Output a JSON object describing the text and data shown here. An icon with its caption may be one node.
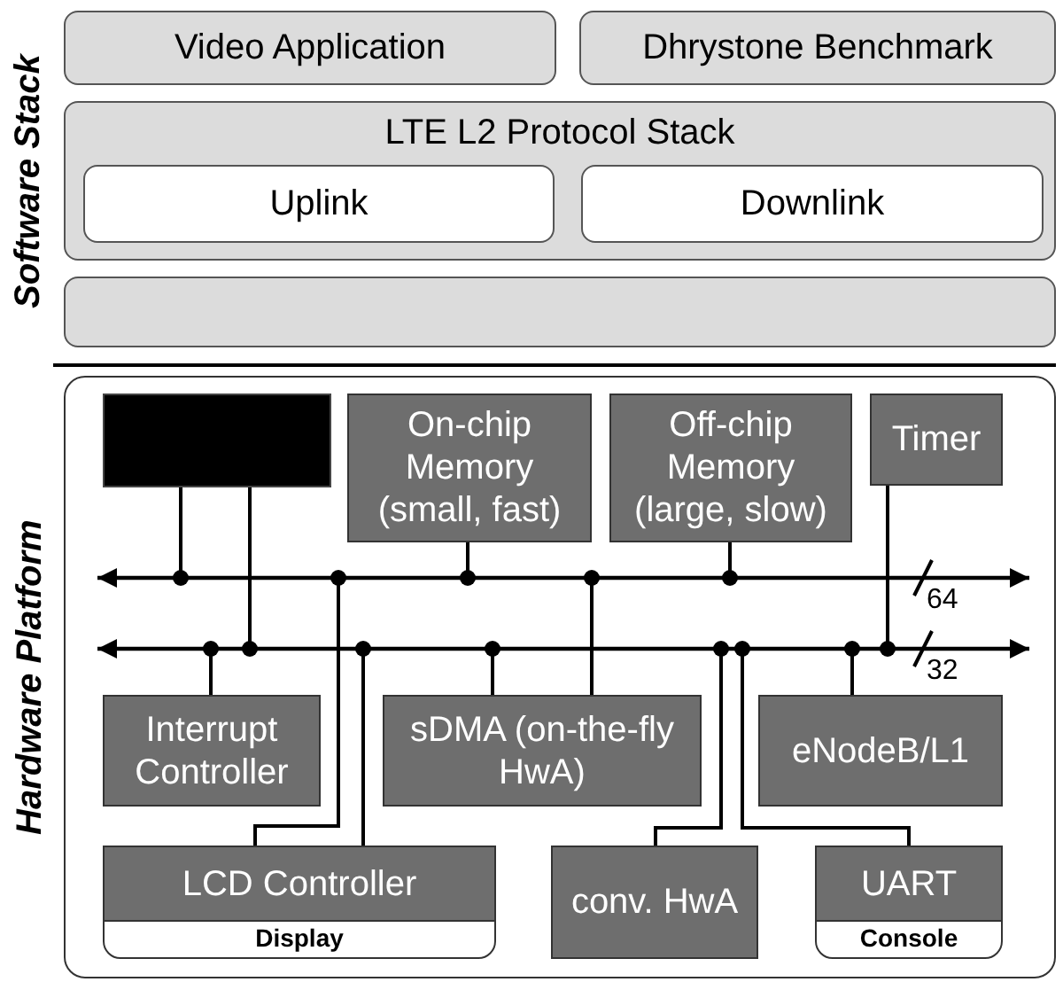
{
  "diagram": {
    "nodes": [
      {
        "text": [
          "Video Application"
        ]
      },
      {
        "text": [
          "Dhrystone Benchmark"
        ]
      },
      {
        "text": [
          "LTE L2 Protocol Stack"
        ]
      },
      {
        "text": [
          "Uplink"
        ],
        "in": 2
      },
      {
        "text": [
          "Downlink"
        ],
        "in": 2
      },
      {
        "text": [],
        "shape": "box"
      },
      {
        "text": [
          "Hardware Platform"
        ]
      },
      {
        "text": [],
        "shape": "box",
        "in": 6
      },
      {
        "text": [
          "On-chip Memory (small, fast)"
        ],
        "in": 6
      },
      {
        "text": [
          "Off-chip Memory (large, slow)"
        ],
        "in": 6
      },
      {
        "text": [
          "Timer"
        ],
        "in": 6
      },
      {
        "text": [],
        "shape": "bar",
        "in": 6,
        "beside": [
          "64"
        ]
      },
      {
        "text": [],
        "shape": "bar",
        "in": 6,
        "beside": [
          "32"
        ]
      },
      {
        "text": [
          "Interrupt Controller"
        ],
        "in": 6
      },
      {
        "text": [
          "sDMA (on-the-fly HwA)"
        ],
        "in": 6
      },
      {
        "text": [
          "eNodeB/L1"
        ],
        "in": 6
      },
      {
        "text": [
          "Display"
        ],
        "in": 6
      },
      {
        "text": [
          "LCD Controller"
        ],
        "in": 16
      },
      {
        "text": [
          "conv. HwA"
        ],
        "in": 6
      },
      {
        "text": [
          "Console"
        ],
        "in": 6
      },
      {
        "text": [
          "UART"
        ],
        "in": 19
      }
    ],
    "edges": [
      {
        "from": 7,
        "to": 11,
        "arrow": "other"
      },
      {
        "from": 7,
        "to": 12,
        "arrow": "other"
      },
      {
        "from": 8,
        "to": 11,
        "arrow": "other"
      },
      {
        "from": 9,
        "to": 11,
        "arrow": "other"
      },
      {
        "from": 10,
        "to": 12,
        "arrow": "other"
      },
      {
        "from": 17,
        "to": 11,
        "arrow": "other"
      },
      {
        "from": 17,
        "to": 12,
        "arrow": "other"
      },
      {
        "from": 14,
        "to": 11,
        "arrow": "other"
      },
      {
        "from": 14,
        "to": 12,
        "arrow": "other"
      },
      {
        "from": 13,
        "to": 12,
        "arrow": "other"
      },
      {
        "from": 18,
        "to": 12,
        "arrow": "other"
      },
      {
        "from": 20,
        "to": 12,
        "arrow": "other"
      },
      {
        "from": 15,
        "to": 12,
        "arrow": "other"
      }
    ],
    "labels": [
      "Software Stack"
    ]
  }
}
